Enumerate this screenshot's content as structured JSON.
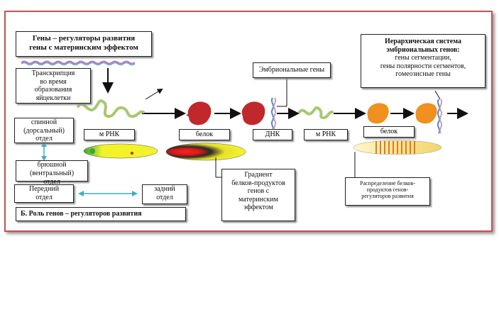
{
  "title_box": {
    "line1": "Гены – регуляторы развития",
    "line2": "гены с материнским эффектом"
  },
  "transcription_box": {
    "l1": "Транскрипция",
    "l2": "во время",
    "l3": "образования",
    "l4": "яйцеклетки"
  },
  "dorsal_box": {
    "l1": "спинной",
    "l2": "(дорсальный)",
    "l3": "отдел"
  },
  "ventral_box": {
    "l1": "брюшной",
    "l2": "(вентральный)",
    "l3": "отдел"
  },
  "anterior_box": {
    "l1": "Передний",
    "l2": "отдел"
  },
  "posterior_box": {
    "l1": "задний",
    "l2": "отдел"
  },
  "bottom_caption": "Б. Роль генов – регуляторов развития",
  "embryonic_genes_label": "Эмбриональные гены",
  "hierarchy_box": {
    "l1": "Иерархическая система",
    "l2": "эмбриональных генов:",
    "l3": "гены сегментации,",
    "l4": "гены полярности сегментов,",
    "l5": "гомеозисные гены"
  },
  "flow_labels": {
    "mrna1": "м РНК",
    "protein1": "белок",
    "dna": "ДНК",
    "mrna2": "м РНК",
    "protein2": "белок"
  },
  "gradient_box": {
    "l1": "Градиент",
    "l2": "белков-продуктов",
    "l3": "генов с",
    "l4": "материнским",
    "l5": "эффектом"
  },
  "distribution_box": {
    "l1": "Распределение белков-",
    "l2": "продуктов генов-",
    "l3": "регуляторов развития"
  },
  "colors": {
    "frame": "#c9504f",
    "protein_red": "#c0282b",
    "protein_orange": "#f0901e",
    "mrna_green": "#a8c870",
    "dna_blue": "#5a86c8",
    "dna_pink": "#c8a0b0",
    "embryo_yellow": "#f2f22a"
  }
}
